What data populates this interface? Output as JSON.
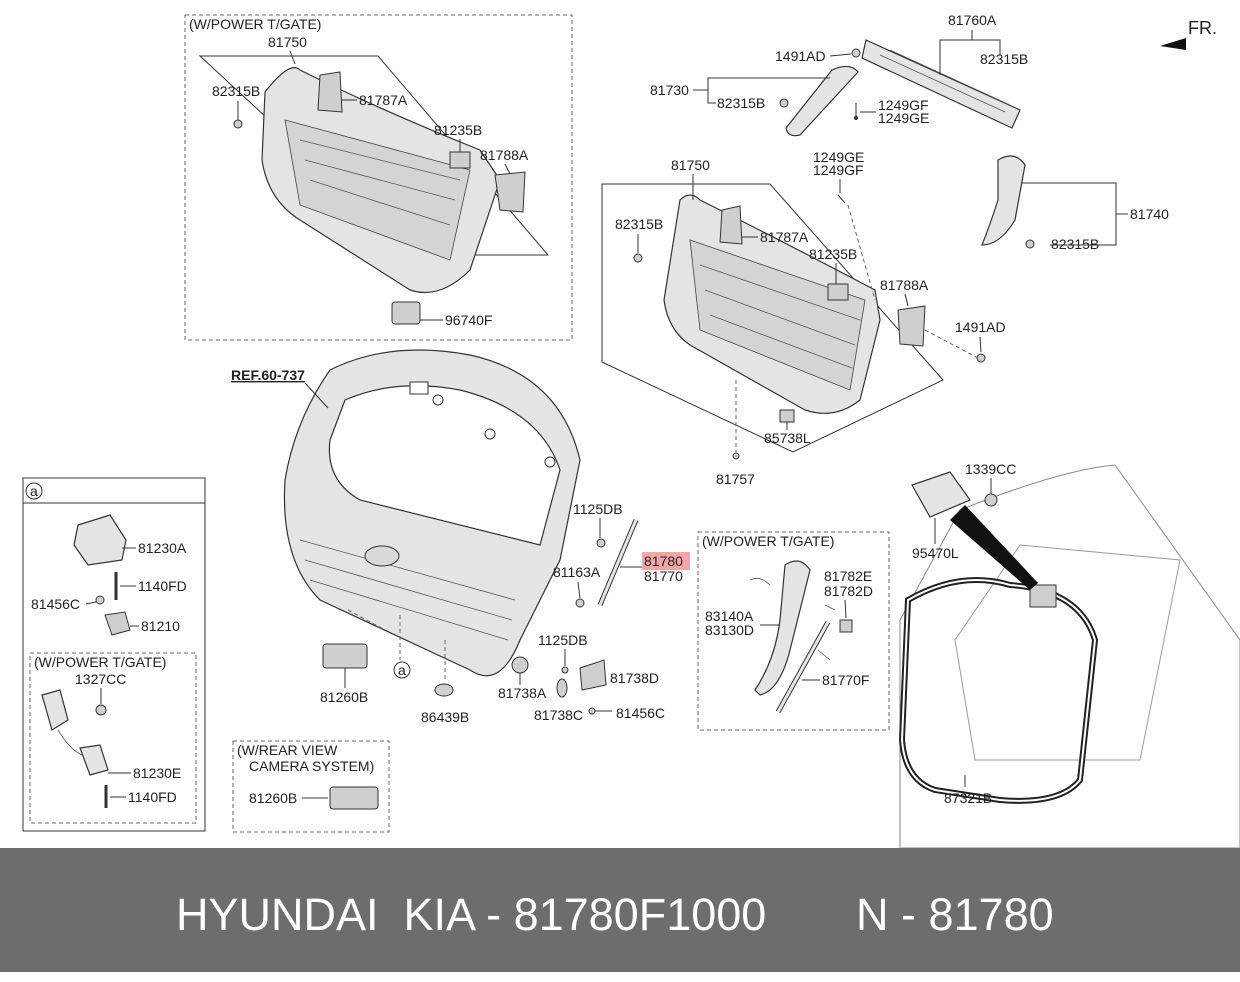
{
  "footer": {
    "brand": "HYUNDAI  KIA - 81780F1000",
    "number": "N - 81780"
  },
  "colors": {
    "highlight": "#f08080",
    "footer_bg": "#6d6d6d",
    "footer_text": "#ffffff"
  },
  "boxes": {
    "power_tgate_top": "(W/POWER T/GATE)",
    "power_tgate_strut": "(W/POWER T/GATE)",
    "power_tgate_small": "(W/POWER T/GATE)",
    "rear_view_1": "(W/REAR VIEW",
    "rear_view_2": "CAMERA SYSTEM)",
    "detail_marker": "a"
  },
  "labels": {
    "fr": "FR.",
    "ref": "REF.60-737",
    "p81750_top": "81750",
    "p82315b_tl": "82315B",
    "p81787a_top": "81787A",
    "p81235b_top": "81235B",
    "p81788a_top": "81788A",
    "p96740f": "96740F",
    "p81760a": "81760A",
    "p1491ad_top": "1491AD",
    "p82315b_tr": "82315B",
    "p81730": "81730",
    "p82315b_mid": "82315B",
    "p1249gf_top": "1249GF",
    "p1249ge_top": "1249GE",
    "p81750_mid": "81750",
    "p1249ge_mid": "1249GE",
    "p1249gf_mid": "1249GF",
    "p81740": "81740",
    "p82315b_r": "82315B",
    "p82315b_ml": "82315B",
    "p81787a_mid": "81787A",
    "p81235b_mid": "81235B",
    "p81788a_mid": "81788A",
    "p1491ad_mid": "1491AD",
    "p85738l": "85738L",
    "p81757": "81757",
    "p1339cc": "1339CC",
    "p95470l": "95470L",
    "p1125db_a": "1125DB",
    "p81780": "81780",
    "p81770": "81770",
    "p81163a": "81163A",
    "p1125db_b": "1125DB",
    "p81738d": "81738D",
    "p81738a": "81738A",
    "p81738c": "81738C",
    "p81456c_mid": "81456C",
    "p81260b": "81260B",
    "p86439b": "86439B",
    "p81782e": "81782E",
    "p81782d": "81782D",
    "p83140a": "83140A",
    "p83130d": "83130D",
    "p81770f": "81770F",
    "p87321b": "87321B",
    "p81230a": "81230A",
    "p1140fd_a": "1140FD",
    "p81456c_l": "81456C",
    "p81210": "81210",
    "p1327cc": "1327CC",
    "p81230e": "81230E",
    "p1140fd_b": "1140FD",
    "p81260b_cam": "81260B"
  }
}
